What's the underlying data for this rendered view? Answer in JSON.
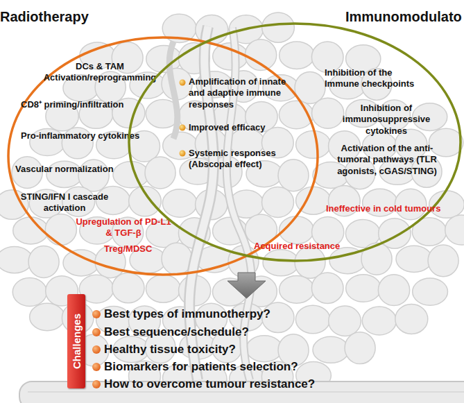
{
  "diagram": {
    "nodes": [
      {
        "text": [
          "Radiotherapy",
          "DCs & TAM Activation/reprogramming",
          "CD8⁺ priming/infiltration",
          "Pro-inflammatory cytokines",
          "Vascular normalization",
          "STING/IFN I cascade activation",
          "Upregulation of PD-L1 & TGF-β",
          "Treg/MDSC"
        ]
      },
      {
        "text": [
          "Immunomodulato",
          "Inhibition of the Immune checkpoints",
          "Inhibition of immunosuppressive cytokines",
          "Activation of the anti-tumoral pathways (TLR agonists, cGAS/STING)",
          "Ineffective in cold tumours",
          "Acquired resistance"
        ]
      },
      {
        "text": [
          "Challenges"
        ]
      }
    ],
    "labels": [
      "Amplification of innate and adaptive immune responses",
      "Improved efficacy",
      "Systemic responses (Abscopal effect)",
      "Best types of immunotherpy?",
      "Best sequence/schedule?",
      "Healthy tissue toxicity?",
      "Biomarkers for patients selection?",
      "How to overcome tumour resistance?"
    ]
  }
}
